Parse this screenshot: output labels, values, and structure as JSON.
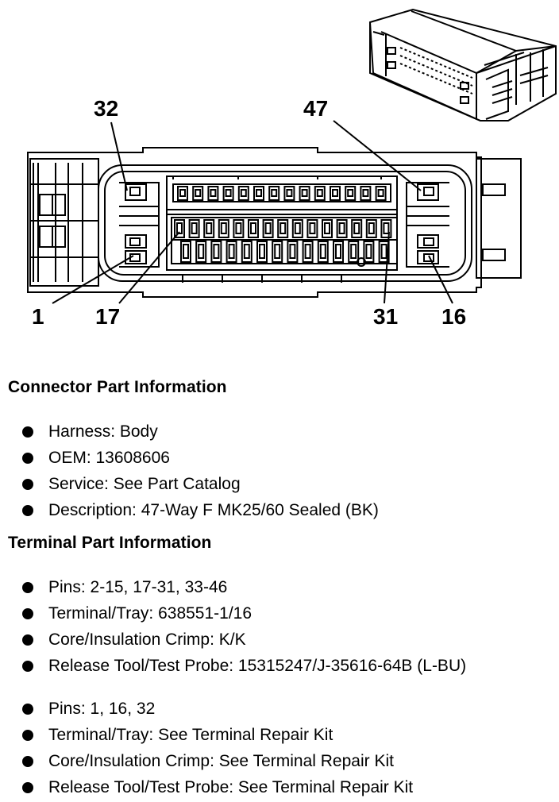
{
  "pin_labels": {
    "p32": "32",
    "p47": "47",
    "p1": "1",
    "p17": "17",
    "p31": "31",
    "p16": "16"
  },
  "connector_info": {
    "heading": "Connector Part Information",
    "items": [
      "Harness: Body",
      "OEM: 13608606",
      "Service: See Part Catalog",
      "Description: 47-Way F MK25/60 Sealed (BK)"
    ]
  },
  "terminal_info": {
    "heading": "Terminal Part Information",
    "group1": [
      "Pins: 2-15, 17-31, 33-46",
      "Terminal/Tray: 638551-1/16",
      "Core/Insulation Crimp: K/K",
      "Release Tool/Test Probe: 15315247/J-35616-64B (L-BU)"
    ],
    "group2": [
      "Pins: 1, 16, 32",
      "Terminal/Tray: See Terminal Repair Kit",
      "Core/Insulation Crimp: See Terminal Repair Kit",
      "Release Tool/Test Probe: See Terminal Repair Kit"
    ]
  }
}
